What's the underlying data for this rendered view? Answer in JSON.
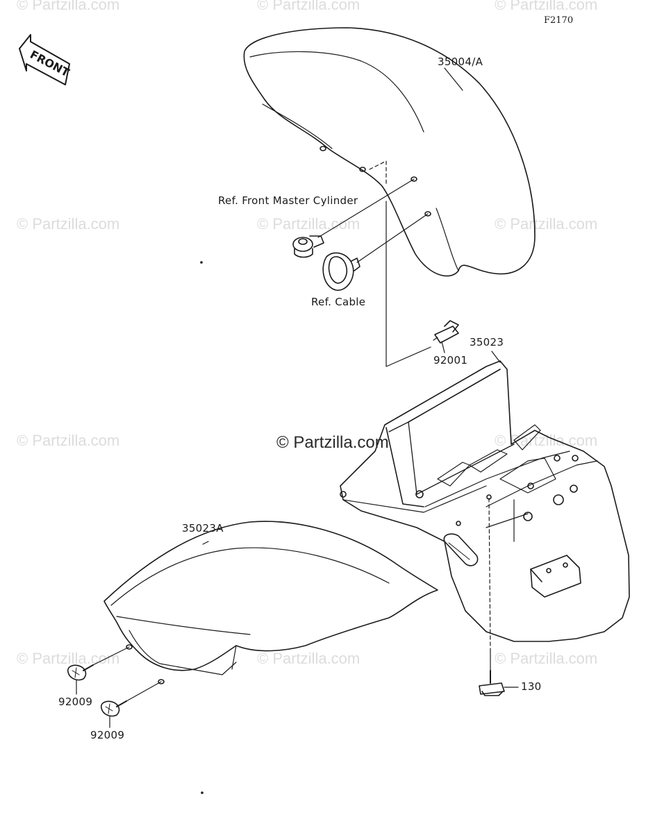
{
  "diagram": {
    "figure_code": "F2170",
    "front_arrow_label": "FRONT",
    "watermark_text": "© Partzilla.com",
    "labels": {
      "front_fender": "35004/A",
      "ref_front_master_cylinder": "Ref. Front Master Cylinder",
      "ref_cable": "Ref. Cable",
      "bolt_92001": "92001",
      "rear_fender": "35023",
      "rear_flap": "35023A",
      "screw_92009_upper": "92009",
      "screw_92009_lower": "92009",
      "bolt_130": "130"
    }
  }
}
